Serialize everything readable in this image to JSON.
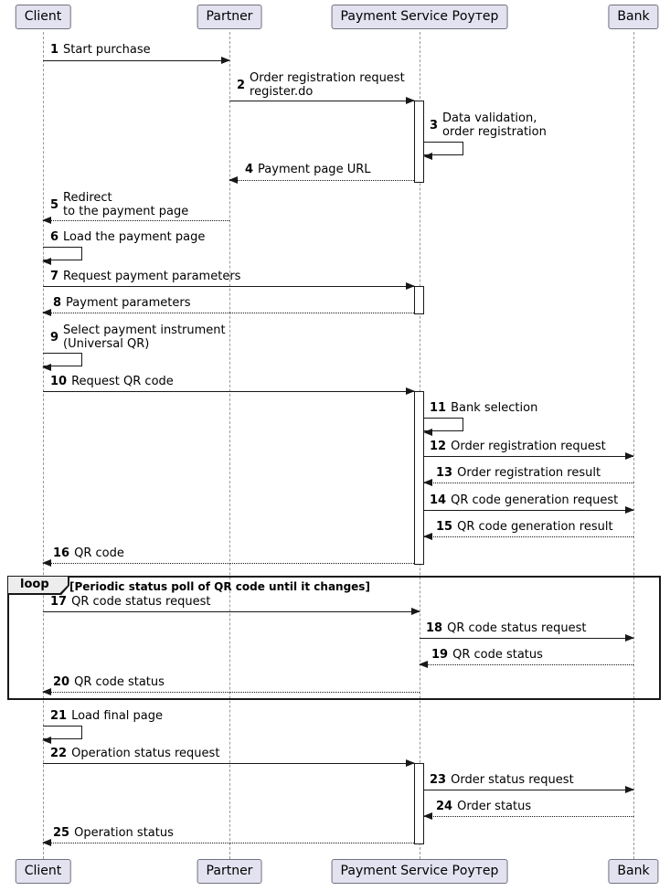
{
  "diagram": {
    "kind": "uml-sequence-diagram",
    "colors": {
      "participant_fill": "#E2E2F0",
      "line": "#181818",
      "background": "#FFFFFF"
    },
    "participants": [
      {
        "name": "Client"
      },
      {
        "name": "Partner"
      },
      {
        "name": "Payment Service Роутер"
      },
      {
        "name": "Bank"
      }
    ],
    "loop": {
      "keyword": "loop",
      "condition": "[Periodic status poll of QR code until it changes]"
    },
    "messages": [
      {
        "num": "1",
        "text": "Start purchase",
        "from": "Client",
        "to": "Partner",
        "kind": "solid"
      },
      {
        "num": "2",
        "text": "Order registration request\nregister.do",
        "from": "Partner",
        "to": "Payment Service Роутер",
        "kind": "solid"
      },
      {
        "num": "3",
        "text": "Data validation,\norder registration",
        "from": "Payment Service Роутер",
        "to": "Payment Service Роутер",
        "kind": "self"
      },
      {
        "num": "4",
        "text": "Payment page URL",
        "from": "Payment Service Роутер",
        "to": "Partner",
        "kind": "dashed"
      },
      {
        "num": "5",
        "text": "Redirect\nto the payment page",
        "from": "Partner",
        "to": "Client",
        "kind": "dashed"
      },
      {
        "num": "6",
        "text": "Load the payment page",
        "from": "Client",
        "to": "Client",
        "kind": "self"
      },
      {
        "num": "7",
        "text": "Request payment parameters",
        "from": "Client",
        "to": "Payment Service Роутер",
        "kind": "solid"
      },
      {
        "num": "8",
        "text": "Payment parameters",
        "from": "Payment Service Роутер",
        "to": "Client",
        "kind": "dashed"
      },
      {
        "num": "9",
        "text": "Select payment instrument\n(Universal QR)",
        "from": "Client",
        "to": "Client",
        "kind": "self"
      },
      {
        "num": "10",
        "text": "Request QR code",
        "from": "Client",
        "to": "Payment Service Роутер",
        "kind": "solid"
      },
      {
        "num": "11",
        "text": "Bank selection",
        "from": "Payment Service Роутер",
        "to": "Payment Service Роутер",
        "kind": "self"
      },
      {
        "num": "12",
        "text": "Order registration request",
        "from": "Payment Service Роутер",
        "to": "Bank",
        "kind": "solid"
      },
      {
        "num": "13",
        "text": "Order registration result",
        "from": "Bank",
        "to": "Payment Service Роутер",
        "kind": "dashed"
      },
      {
        "num": "14",
        "text": "QR code generation request",
        "from": "Payment Service Роутер",
        "to": "Bank",
        "kind": "solid"
      },
      {
        "num": "15",
        "text": "QR code generation result",
        "from": "Bank",
        "to": "Payment Service Роутер",
        "kind": "dashed"
      },
      {
        "num": "16",
        "text": "QR code",
        "from": "Payment Service Роутер",
        "to": "Client",
        "kind": "dashed"
      },
      {
        "num": "17",
        "text": "QR code status request",
        "from": "Client",
        "to": "Payment Service Роутер",
        "kind": "solid"
      },
      {
        "num": "18",
        "text": "QR code status request",
        "from": "Payment Service Роутер",
        "to": "Bank",
        "kind": "solid"
      },
      {
        "num": "19",
        "text": "QR code status",
        "from": "Bank",
        "to": "Payment Service Роутер",
        "kind": "dashed"
      },
      {
        "num": "20",
        "text": "QR code status",
        "from": "Payment Service Роутер",
        "to": "Client",
        "kind": "dashed"
      },
      {
        "num": "21",
        "text": "Load final page",
        "from": "Client",
        "to": "Client",
        "kind": "self"
      },
      {
        "num": "22",
        "text": "Operation status request",
        "from": "Client",
        "to": "Payment Service Роутер",
        "kind": "solid"
      },
      {
        "num": "23",
        "text": "Order status request",
        "from": "Payment Service Роутер",
        "to": "Bank",
        "kind": "solid"
      },
      {
        "num": "24",
        "text": "Order status",
        "from": "Bank",
        "to": "Payment Service Роутер",
        "kind": "dashed"
      },
      {
        "num": "25",
        "text": "Operation status",
        "from": "Payment Service Роутер",
        "to": "Client",
        "kind": "dashed"
      }
    ]
  }
}
